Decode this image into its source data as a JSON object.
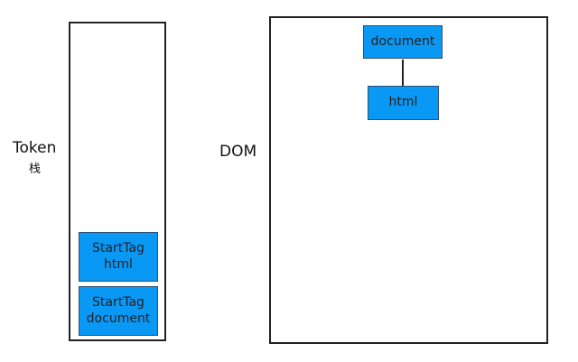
{
  "labels": {
    "token": "Token",
    "stack": "栈",
    "dom": "DOM"
  },
  "stack_items": [
    {
      "line1": "StartTag",
      "line2": "html"
    },
    {
      "line1": "StartTag",
      "line2": "document"
    }
  ],
  "dom_nodes": [
    {
      "label": "document"
    },
    {
      "label": "html"
    }
  ],
  "colors": {
    "node_fill": "#0a98f5",
    "node_border": "#2f4f74",
    "box_border": "#222222"
  }
}
